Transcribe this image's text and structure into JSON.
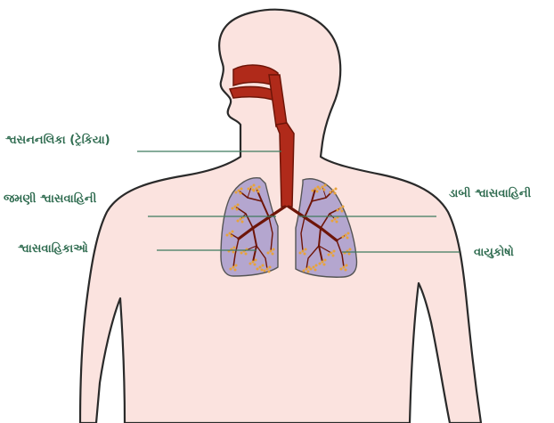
{
  "labels": {
    "trachea": "શ્વસનનલિકા (ટ્રેકિયા)",
    "right_bronchus": "જમણી શ્વાસવાહિની",
    "bronchioles": "શ્વાસવાહિકાઓ",
    "left_bronchus": "ડાબી શ્વાસવાહિની",
    "alveoli": "વાયુકોષો"
  },
  "colors": {
    "label_text": "#2e6b4f",
    "leader_line": "#3d7a5e",
    "body_fill": "#fbe3df",
    "body_outline": "#2a2a2a",
    "lung_fill": "#b4a6cf",
    "lung_outline": "#555555",
    "airway_red": "#b02a1a",
    "airway_dark": "#6e1508",
    "alveoli_dots": "#e8a33a"
  }
}
